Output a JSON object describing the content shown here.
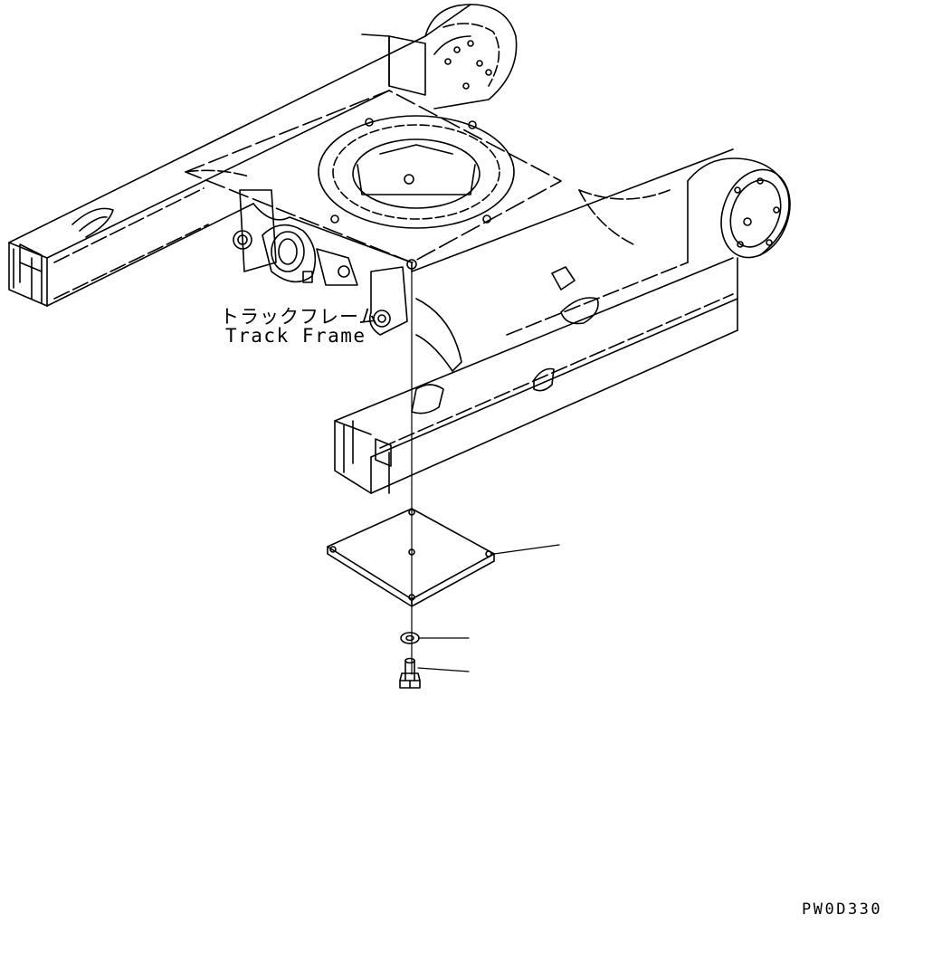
{
  "labels": {
    "track_frame_jp": "トラックフレーム",
    "track_frame_en": "Track Frame"
  },
  "drawing_number": "PW0D330",
  "colors": {
    "line": "#000000",
    "background": "#ffffff"
  }
}
